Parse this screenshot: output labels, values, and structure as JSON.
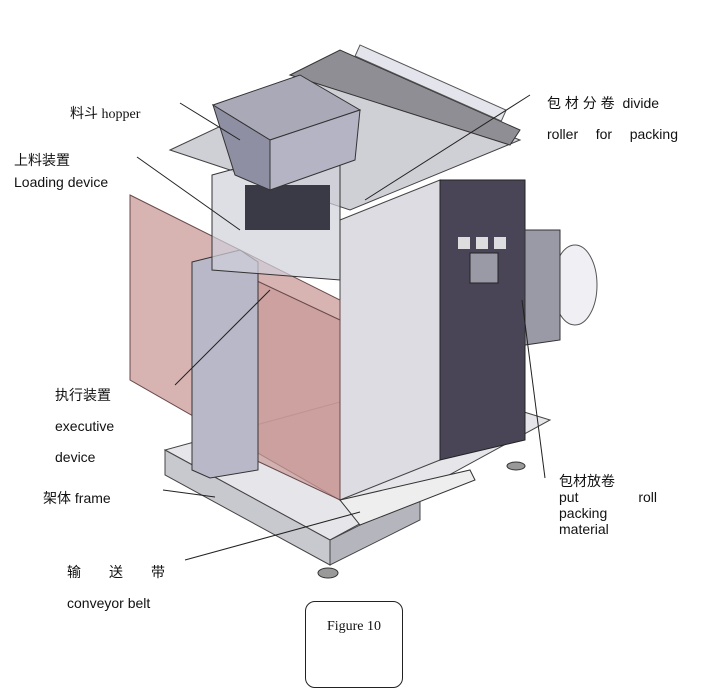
{
  "labels": {
    "hopper": {
      "cn": "料斗",
      "en": "hopper"
    },
    "loading": {
      "cn": "上料装置",
      "en": "Loading device"
    },
    "divide": {
      "cn": "包 材 分 卷",
      "en1": "divide",
      "en2": [
        "roller",
        "for",
        "packing"
      ]
    },
    "executive": {
      "cn": "执行装置",
      "en1": "executive",
      "en2": "device"
    },
    "frame": {
      "cn": "架体",
      "en": "frame"
    },
    "conveyor": {
      "cn": [
        "输",
        "送",
        "带"
      ],
      "en": "conveyor belt"
    },
    "put_roll": {
      "cn": "包材放卷",
      "l1a": "put",
      "l1b": "roll",
      "l2": "packing",
      "l3": "material"
    }
  },
  "figure_caption": "Figure 10",
  "colors": {
    "frame": "#d8d8dc",
    "panel": "#4a4556",
    "guard": "#c99a98",
    "steel": "#8a8aa0"
  }
}
